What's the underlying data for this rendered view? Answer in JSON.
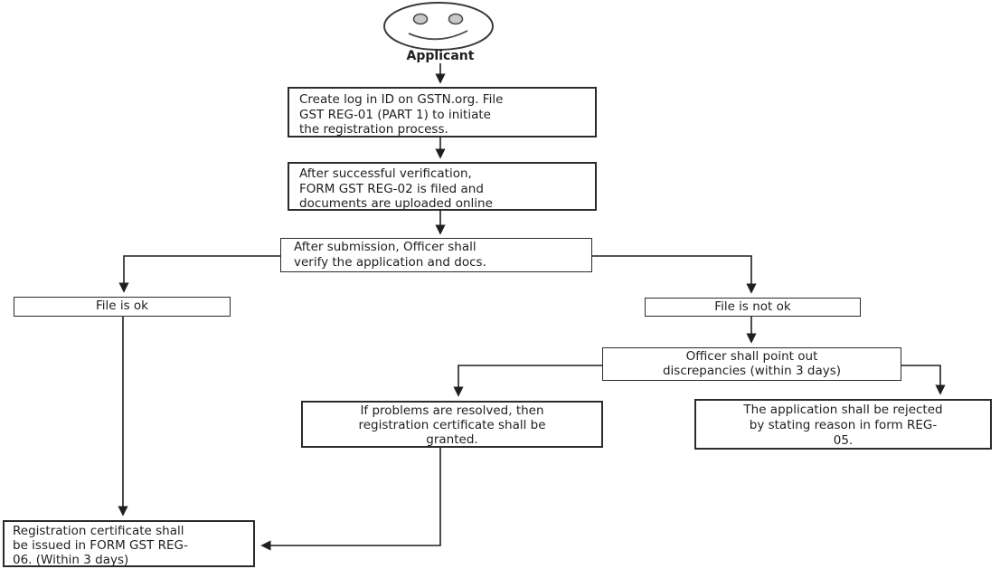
{
  "flowchart": {
    "actor": {
      "label": "Applicant"
    },
    "nodes": {
      "create_login": "Create log in ID on GSTN.org.  File\nGST REG-01 (PART 1) to initiate\nthe registration process.",
      "verification": "After successful verification,\nFORM GST REG-02 is filed and\ndocuments are uploaded online",
      "submission": "After submission, Officer shall\nverify the application and docs.",
      "file_ok": "File is ok",
      "file_not_ok": "File is not ok",
      "discrepancies": "Officer shall point out\ndiscrepancies (within 3 days)",
      "resolved": "If problems are resolved, then\nregistration certificate shall be\ngranted.",
      "rejected": "The application shall be rejected\nby stating reason in form REG-\n05.",
      "certificate": "Registration certificate shall\nbe issued in FORM GST REG-\n06. (Within 3 days)"
    },
    "colors": {
      "background": "#ffffff",
      "line": "#1f1f1f",
      "border": "#2b2b2b",
      "text": "#1f1f1f",
      "eye_fill": "#c9c9c9"
    }
  }
}
